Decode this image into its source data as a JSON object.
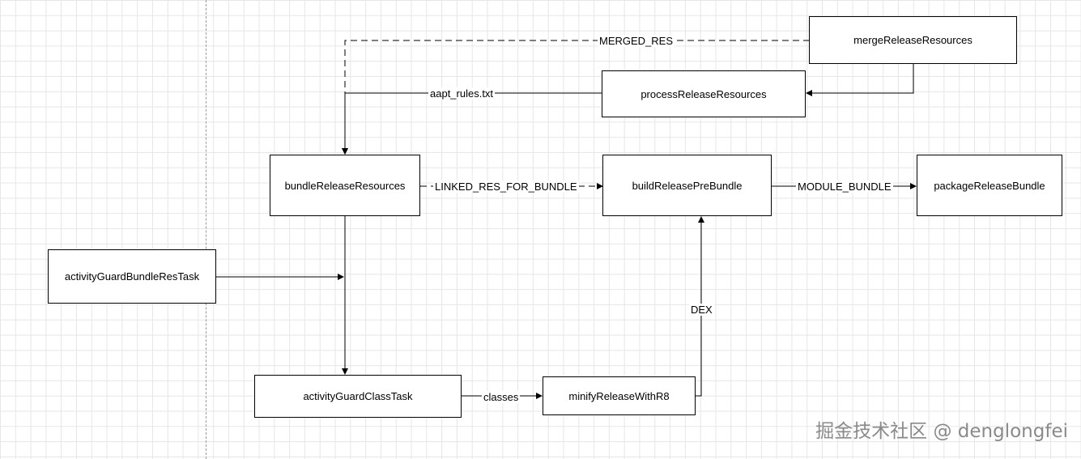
{
  "nodes": {
    "merge": "mergeReleaseResources",
    "process": "processReleaseResources",
    "bundle": "bundleReleaseResources",
    "prebundle": "buildReleasePreBundle",
    "package": "packageReleaseBundle",
    "guard_res": "activityGuardBundleResTask",
    "guard_class": "activityGuardClassTask",
    "minify": "minifyReleaseWithR8"
  },
  "edges": {
    "merged_res": "MERGED_RES",
    "aapt_rules": "aapt_rules.txt",
    "linked_res": "LINKED_RES_FOR_BUNDLE",
    "module_bundle": "MODULE_BUNDLE",
    "dex": "DEX",
    "classes": "classes"
  },
  "watermark": "掘金技术社区 @ denglongfei"
}
